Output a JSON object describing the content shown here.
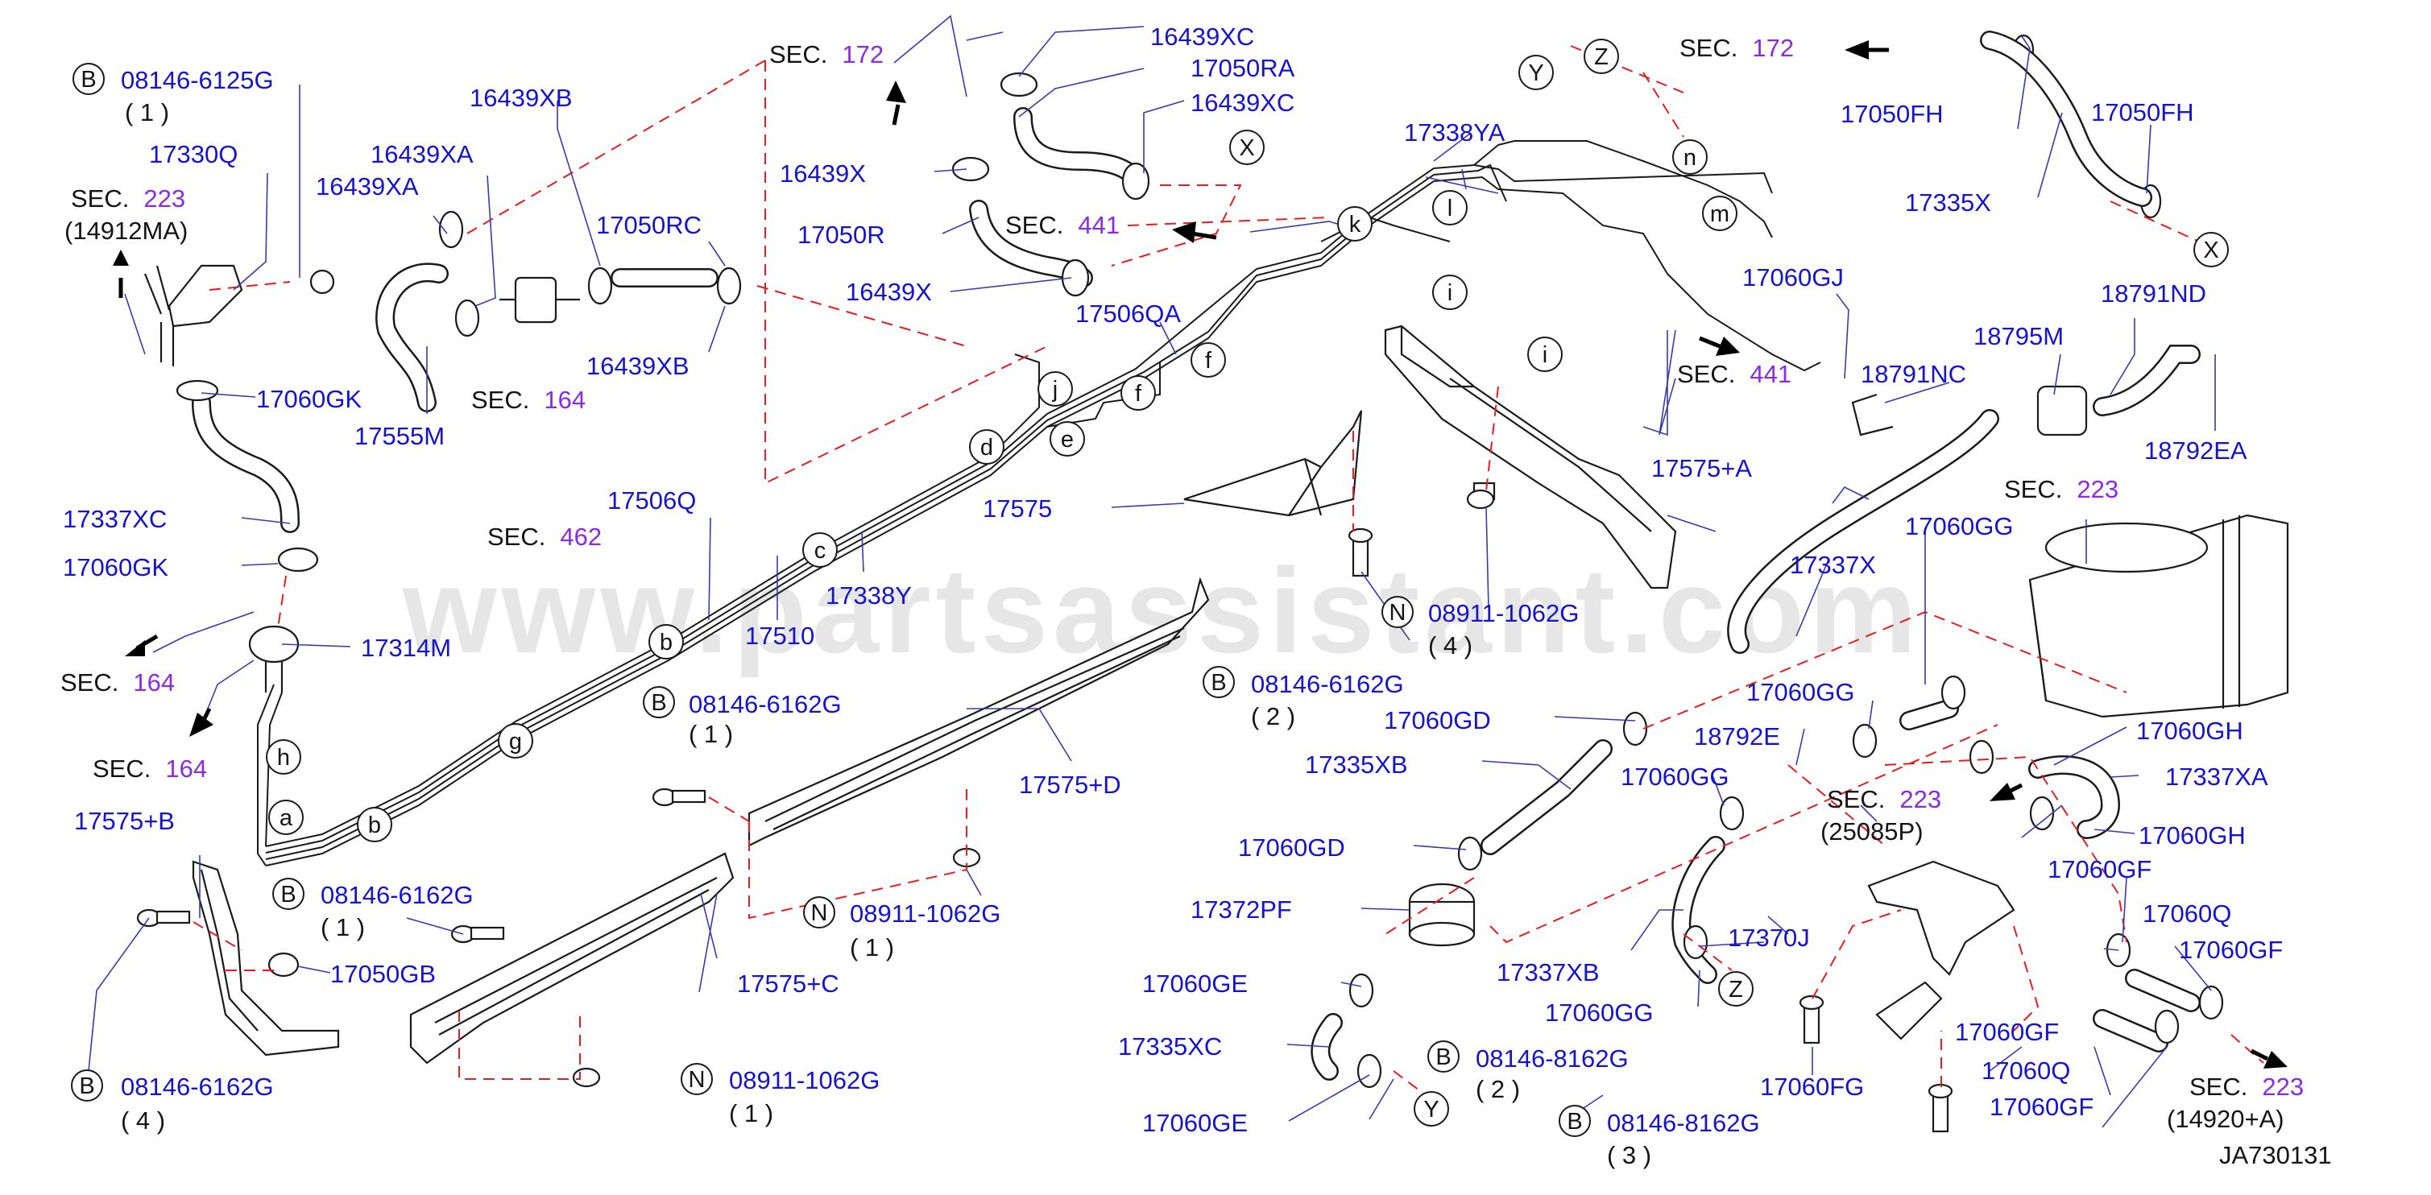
{
  "watermark": "www.partsassistant.com",
  "drawing_code": "JA730131",
  "labels": [
    {
      "id": "l1",
      "text": "08146-6125G"
    },
    {
      "id": "l2",
      "text": "17330Q"
    },
    {
      "id": "l3",
      "text": "16439XB"
    },
    {
      "id": "l4",
      "text": "16439XA"
    },
    {
      "id": "l5",
      "text": "16439XA"
    },
    {
      "id": "l6",
      "text": "17050RC"
    },
    {
      "id": "l7",
      "text": "16439XB"
    },
    {
      "id": "l8",
      "text": "17555M"
    },
    {
      "id": "l9",
      "text": "17060GK"
    },
    {
      "id": "l10",
      "text": "17337XC"
    },
    {
      "id": "l11",
      "text": "17060GK"
    },
    {
      "id": "l12",
      "text": "17314M"
    },
    {
      "id": "l13",
      "text": "17575+B"
    },
    {
      "id": "l14",
      "text": "08146-6162G"
    },
    {
      "id": "l15",
      "text": "17050GB"
    },
    {
      "id": "l16",
      "text": "08146-6162G"
    },
    {
      "id": "l17",
      "text": "16439XC"
    },
    {
      "id": "l18",
      "text": "17050RA"
    },
    {
      "id": "l19",
      "text": "16439XC"
    },
    {
      "id": "l20",
      "text": "16439X"
    },
    {
      "id": "l21",
      "text": "17050R"
    },
    {
      "id": "l22",
      "text": "16439X"
    },
    {
      "id": "l23",
      "text": "17506QA"
    },
    {
      "id": "l24",
      "text": "17338YA"
    },
    {
      "id": "l25",
      "text": "17506Q"
    },
    {
      "id": "l26",
      "text": "17510"
    },
    {
      "id": "l27",
      "text": "17338Y"
    },
    {
      "id": "l28",
      "text": "17575"
    },
    {
      "id": "l29",
      "text": "08146-6162G"
    },
    {
      "id": "l30",
      "text": "17575+D"
    },
    {
      "id": "l31",
      "text": "08911-1062G"
    },
    {
      "id": "l32",
      "text": "17575+C"
    },
    {
      "id": "l33",
      "text": "08911-1062G"
    },
    {
      "id": "l34",
      "text": "08911-1062G"
    },
    {
      "id": "l35",
      "text": "08146-6162G"
    },
    {
      "id": "l36",
      "text": "17575+A"
    },
    {
      "id": "l37",
      "text": "17050FH"
    },
    {
      "id": "l38",
      "text": "17050FH"
    },
    {
      "id": "l39",
      "text": "17335X"
    },
    {
      "id": "l40",
      "text": "17060GJ"
    },
    {
      "id": "l41",
      "text": "18791ND"
    },
    {
      "id": "l42",
      "text": "18795M"
    },
    {
      "id": "l43",
      "text": "18791NC"
    },
    {
      "id": "l44",
      "text": "18792EA"
    },
    {
      "id": "l45",
      "text": "17337X"
    },
    {
      "id": "l46",
      "text": "17060GG"
    },
    {
      "id": "l47",
      "text": "17060GG"
    },
    {
      "id": "l48",
      "text": "17060GD"
    },
    {
      "id": "l49",
      "text": "18792E"
    },
    {
      "id": "l50",
      "text": "17060GH"
    },
    {
      "id": "l51",
      "text": "17335XB"
    },
    {
      "id": "l52",
      "text": "17060GG"
    },
    {
      "id": "l53",
      "text": "17337XA"
    },
    {
      "id": "l54",
      "text": "17060GH"
    },
    {
      "id": "l55",
      "text": "17060GD"
    },
    {
      "id": "l56",
      "text": "17060GF"
    },
    {
      "id": "l57",
      "text": "17372PF"
    },
    {
      "id": "l58",
      "text": "17370J"
    },
    {
      "id": "l59",
      "text": "17060Q"
    },
    {
      "id": "l60",
      "text": "17060GF"
    },
    {
      "id": "l61",
      "text": "17337XB"
    },
    {
      "id": "l62",
      "text": "17060GE"
    },
    {
      "id": "l63",
      "text": "17060GG"
    },
    {
      "id": "l64",
      "text": "17060GF"
    },
    {
      "id": "l65",
      "text": "17335XC"
    },
    {
      "id": "l66",
      "text": "08146-8162G"
    },
    {
      "id": "l67",
      "text": "17060FG"
    },
    {
      "id": "l68",
      "text": "17060Q"
    },
    {
      "id": "l69",
      "text": "17060GE"
    },
    {
      "id": "l70",
      "text": "08146-8162G"
    },
    {
      "id": "l71",
      "text": "17060GF"
    }
  ],
  "quantities": [
    {
      "id": "q1",
      "text": "( 1 )"
    },
    {
      "id": "q2",
      "text": "( 1 )"
    },
    {
      "id": "q3",
      "text": "( 4 )"
    },
    {
      "id": "q4",
      "text": "( 1 )"
    },
    {
      "id": "q5",
      "text": "( 1 )"
    },
    {
      "id": "q6",
      "text": "( 1 )"
    },
    {
      "id": "q7",
      "text": "( 4 )"
    },
    {
      "id": "q8",
      "text": "( 2 )"
    },
    {
      "id": "q9",
      "text": "( 2 )"
    },
    {
      "id": "q10",
      "text": "( 3 )"
    }
  ],
  "section_refs": [
    {
      "id": "s1",
      "prefix": "SEC.",
      "number": "223"
    },
    {
      "id": "s2",
      "prefix": "SEC.",
      "number": "164"
    },
    {
      "id": "s3",
      "prefix": "SEC.",
      "number": "164"
    },
    {
      "id": "s4",
      "prefix": "SEC.",
      "number": "164"
    },
    {
      "id": "s5",
      "prefix": "SEC.",
      "number": "172"
    },
    {
      "id": "s6",
      "prefix": "SEC.",
      "number": "441"
    },
    {
      "id": "s7",
      "prefix": "SEC.",
      "number": "462"
    },
    {
      "id": "s8",
      "prefix": "SEC.",
      "number": "172"
    },
    {
      "id": "s9",
      "prefix": "SEC.",
      "number": "441"
    },
    {
      "id": "s10",
      "prefix": "SEC.",
      "number": "223"
    },
    {
      "id": "s11",
      "prefix": "SEC.",
      "number": "223"
    },
    {
      "id": "s12",
      "prefix": "SEC.",
      "number": "223"
    }
  ],
  "section_subrefs": [
    {
      "id": "r1",
      "text": "(14912MA)"
    },
    {
      "id": "r2",
      "text": "(25085P)"
    },
    {
      "id": "r3",
      "text": "(14920+A)"
    }
  ],
  "callouts": [
    {
      "id": "c1",
      "letter": "B"
    },
    {
      "id": "c2",
      "letter": "B"
    },
    {
      "id": "c3",
      "letter": "B"
    },
    {
      "id": "c4",
      "letter": "B"
    },
    {
      "id": "c5",
      "letter": "N"
    },
    {
      "id": "c6",
      "letter": "N"
    },
    {
      "id": "c7",
      "letter": "N"
    },
    {
      "id": "c8",
      "letter": "B"
    },
    {
      "id": "c9",
      "letter": "B"
    },
    {
      "id": "c10",
      "letter": "B"
    },
    {
      "id": "c11",
      "letter": "Y"
    },
    {
      "id": "c12",
      "letter": "Z"
    },
    {
      "id": "c13",
      "letter": "X"
    },
    {
      "id": "c14",
      "letter": "X"
    },
    {
      "id": "c15",
      "letter": "Z"
    },
    {
      "id": "c16",
      "letter": "Y"
    },
    {
      "id": "c17",
      "letter": "a"
    },
    {
      "id": "c18",
      "letter": "b"
    },
    {
      "id": "c19",
      "letter": "h"
    },
    {
      "id": "c20",
      "letter": "g"
    },
    {
      "id": "c21",
      "letter": "b"
    },
    {
      "id": "c22",
      "letter": "c"
    },
    {
      "id": "c23",
      "letter": "d"
    },
    {
      "id": "c24",
      "letter": "e"
    },
    {
      "id": "c25",
      "letter": "j"
    },
    {
      "id": "c26",
      "letter": "f"
    },
    {
      "id": "c27",
      "letter": "f"
    },
    {
      "id": "c28",
      "letter": "k"
    },
    {
      "id": "c29",
      "letter": "l"
    },
    {
      "id": "c30",
      "letter": "n"
    },
    {
      "id": "c31",
      "letter": "m"
    },
    {
      "id": "c32",
      "letter": "i"
    },
    {
      "id": "c33",
      "letter": "i"
    }
  ]
}
